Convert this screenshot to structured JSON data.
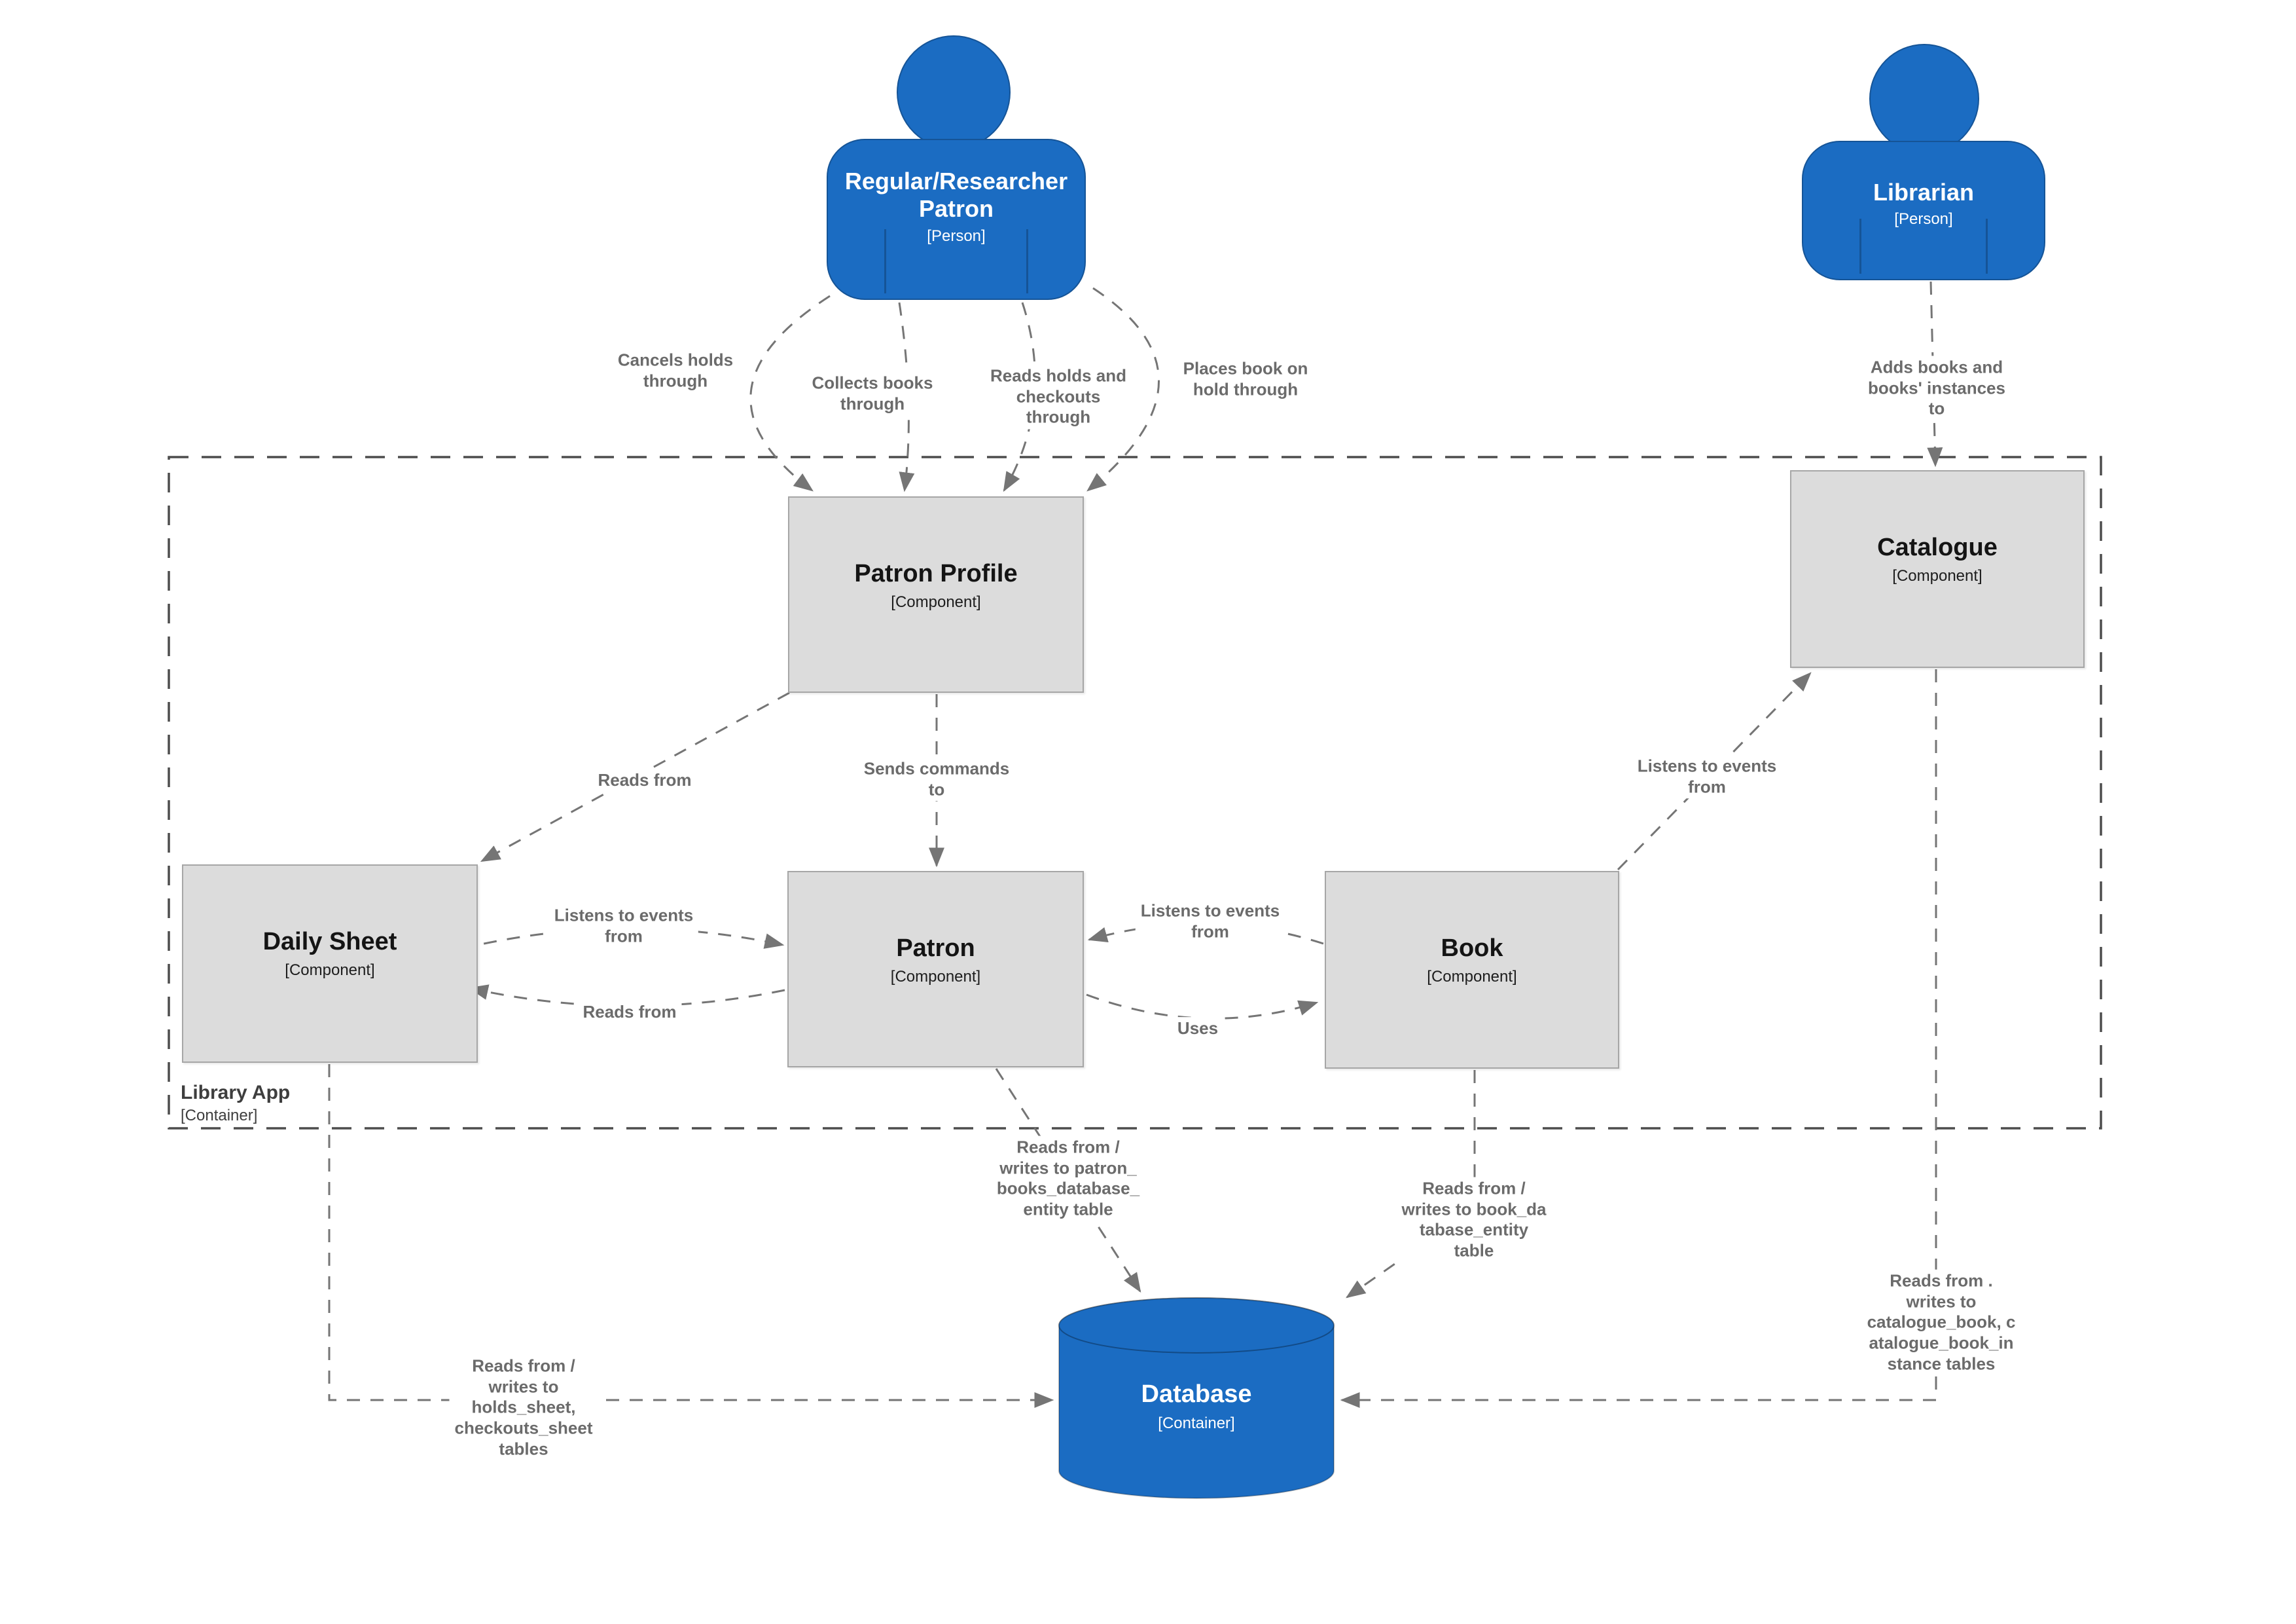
{
  "actors": {
    "patron": {
      "name": "Regular/Researcher\nPatron",
      "type": "[Person]"
    },
    "librarian": {
      "name": "Librarian",
      "type": "[Person]"
    }
  },
  "boundary": {
    "name": "Library App",
    "type": "[Container]"
  },
  "components": {
    "patron_profile": {
      "name": "Patron Profile",
      "type": "[Component]"
    },
    "catalogue": {
      "name": "Catalogue",
      "type": "[Component]"
    },
    "daily_sheet": {
      "name": "Daily Sheet",
      "type": "[Component]"
    },
    "patron": {
      "name": "Patron",
      "type": "[Component]"
    },
    "book": {
      "name": "Book",
      "type": "[Component]"
    }
  },
  "database": {
    "name": "Database",
    "type": "[Container]"
  },
  "relationships": {
    "cancels": "Cancels holds\nthrough",
    "collects": "Collects books\nthrough",
    "reads_holds": "Reads holds and\ncheckouts\nthrough",
    "places_hold": "Places book on\nhold through",
    "adds_books": "Adds books and\nbooks' instances\nto",
    "pp_reads": "Reads from",
    "sends_commands": "Sends commands\nto",
    "cat_listens": "Listens to events\nfrom",
    "ds_listens": "Listens to events\nfrom",
    "ds_reads": "Reads from",
    "patron_listens": "Listens to events\nfrom",
    "uses": "Uses",
    "patron_db": "Reads from /\nwrites to patron_\nbooks_database_\nentity table",
    "book_db": "Reads from /\nwrites to book_da\ntabase_entity\ntable",
    "cat_db": "Reads from .\nwrites to\ncatalogue_book, c\natalogue_book_in\nstance tables",
    "ds_db": "Reads from /\nwrites to\nholds_sheet,\ncheckouts_sheet\ntables"
  },
  "colors": {
    "person_fill": "#1B6CC2",
    "database_fill": "#1B6CC2",
    "component_fill": "#DCDCDC",
    "component_border": "#A6A6A6",
    "edge": "#757575",
    "label_text": "#6B6B6B",
    "boundary_stroke": "#4D4D4D"
  }
}
